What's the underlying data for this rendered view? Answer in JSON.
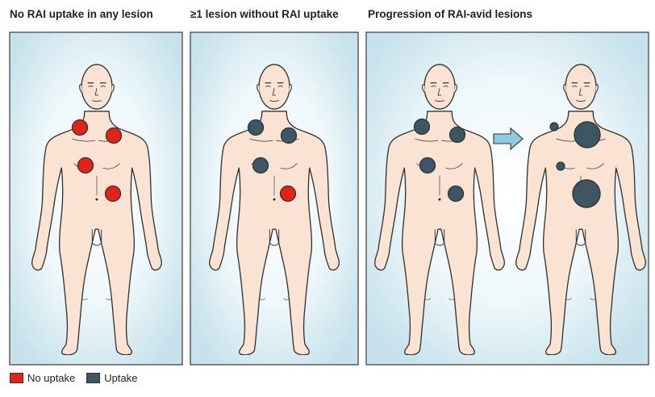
{
  "panels": [
    {
      "title": "No RAI uptake in any lesion"
    },
    {
      "title": "≥1 lesion without RAI uptake"
    },
    {
      "title": "Progression of RAI-avid lesions"
    }
  ],
  "legend": {
    "no_uptake": {
      "label": "No uptake",
      "color": "#e0231b"
    },
    "uptake": {
      "label": "Uptake",
      "color": "#3e5563"
    }
  },
  "colors": {
    "panel_bg": "#d6ecf3",
    "panel_border": "#3a3a3a",
    "skin": "#fbe3d4",
    "outline": "#333333",
    "arrow": "#8ccbe0"
  }
}
